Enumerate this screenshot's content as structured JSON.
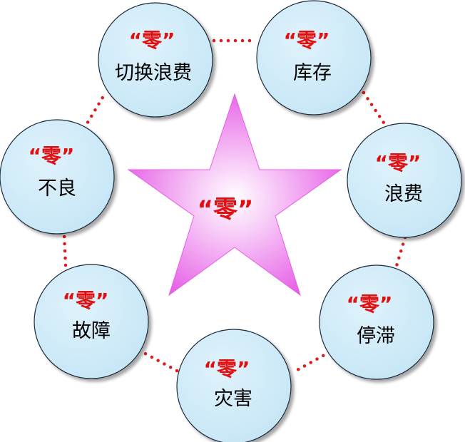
{
  "colors": {
    "circle_fill": "#c6e6f6",
    "circle_stroke": "#1c2a3a",
    "dot": "#e21818",
    "zero_mark": "#e01010",
    "star_edge": "#e65fe6",
    "star_center": "#ffffff",
    "label": "#000000"
  },
  "center": {
    "mark": "“零”"
  },
  "nodes": [
    {
      "id": "changeover-waste",
      "mark": "“零”",
      "label": "切换浪费"
    },
    {
      "id": "inventory",
      "mark": "“零”",
      "label": "库存"
    },
    {
      "id": "waste",
      "mark": "“零”",
      "label": "浪费"
    },
    {
      "id": "stagnation",
      "mark": "“零”",
      "label": "停滞"
    },
    {
      "id": "disaster",
      "mark": "“零”",
      "label": "灾害"
    },
    {
      "id": "breakdown",
      "mark": "“零”",
      "label": "故障"
    },
    {
      "id": "defect",
      "mark": "“零”",
      "label": "不良"
    }
  ]
}
